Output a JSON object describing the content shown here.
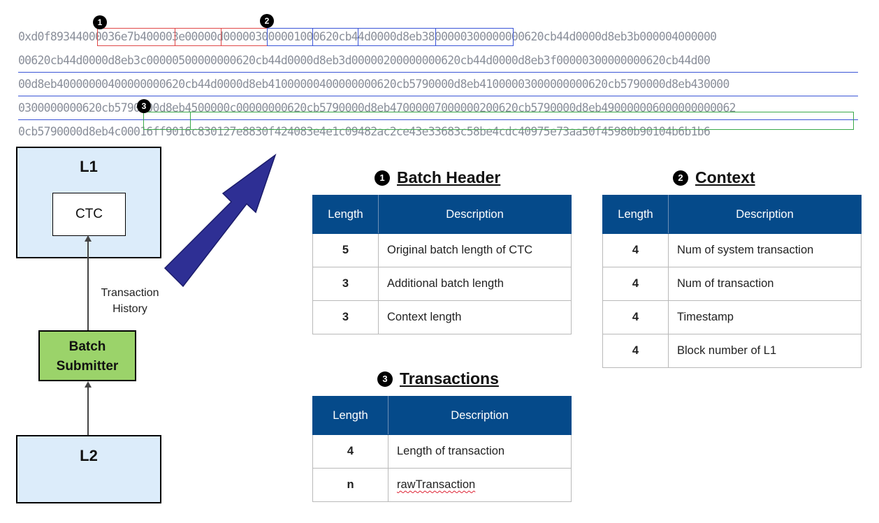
{
  "hex": {
    "lines": [
      "0xd0f89344000036e7b400003e00000d000003000001000620cb44d0000d8eb3800000300000000620cb44d0000d8eb3b000004000000",
      "00620cb44d0000d8eb3c00000500000000620cb44d0000d8eb3d00000200000000620cb44d0000d8eb3f00000300000000620cb44d00",
      "00d8eb40000000400000000620cb44d0000d8eb41000000400000000620cb5790000d8eb41000003000000000620cb5790000d8eb430000",
      "0300000000620cb5790000d8eb4500000c00000000620cb5790000d8eb47000007000000200620cb5790000d8eb490000006000000000062",
      "0cb5790000d8eb4c00016ff9016c830127e8830f424083e4e1c09482ac2ce43e33683c58be4cdc40975e73aa50f45980b90104b6b1b6"
    ]
  },
  "badges": {
    "one": "1",
    "two": "2",
    "three": "3"
  },
  "diagram": {
    "l1": "L1",
    "ctc": "CTC",
    "l2": "L2",
    "batch_submitter_line1": "Batch",
    "batch_submitter_line2": "Submitter",
    "edge_label_line1": "Transaction",
    "edge_label_line2": "History"
  },
  "batch_header": {
    "title": "Batch Header",
    "col_length": "Length",
    "col_description": "Description",
    "rows": [
      {
        "length": "5",
        "description": "Original batch length of CTC"
      },
      {
        "length": "3",
        "description": "Additional batch length"
      },
      {
        "length": "3",
        "description": "Context length"
      }
    ]
  },
  "context": {
    "title": "Context",
    "col_length": "Length",
    "col_description": "Description",
    "rows": [
      {
        "length": "4",
        "description": "Num of system transaction"
      },
      {
        "length": "4",
        "description": "Num of transaction"
      },
      {
        "length": "4",
        "description": "Timestamp"
      },
      {
        "length": "4",
        "description": "Block number of L1"
      }
    ]
  },
  "transactions": {
    "title": "Transactions",
    "col_length": "Length",
    "col_description": "Description",
    "rows": [
      {
        "length": "4",
        "description": "Length of transaction"
      },
      {
        "length": "n",
        "description": "rawTransaction"
      }
    ]
  },
  "colors": {
    "header_bg": "#054a8a",
    "box_fill": "#dcecfa",
    "submitter_fill": "#9bd36a",
    "arrow_fill": "#2e2f94",
    "segment_red": "#e04848",
    "segment_blue": "#3a55d6",
    "segment_green": "#3aa94a"
  }
}
